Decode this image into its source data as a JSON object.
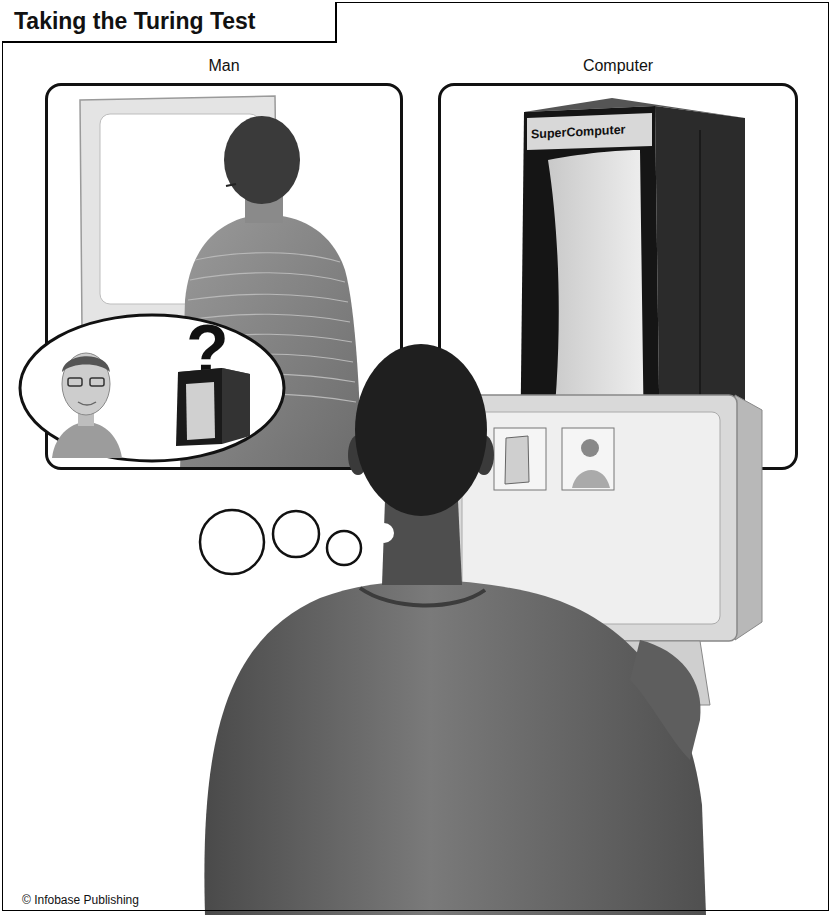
{
  "diagram": {
    "title": "Taking the Turing Test",
    "nodes": [
      {
        "text": [
          "Man"
        ]
      },
      {
        "text": [
          "Computer"
        ]
      },
      {
        "text": [
          "?"
        ]
      }
    ],
    "labels": [
      "SuperComputer",
      "© Infobase Publishing"
    ]
  }
}
